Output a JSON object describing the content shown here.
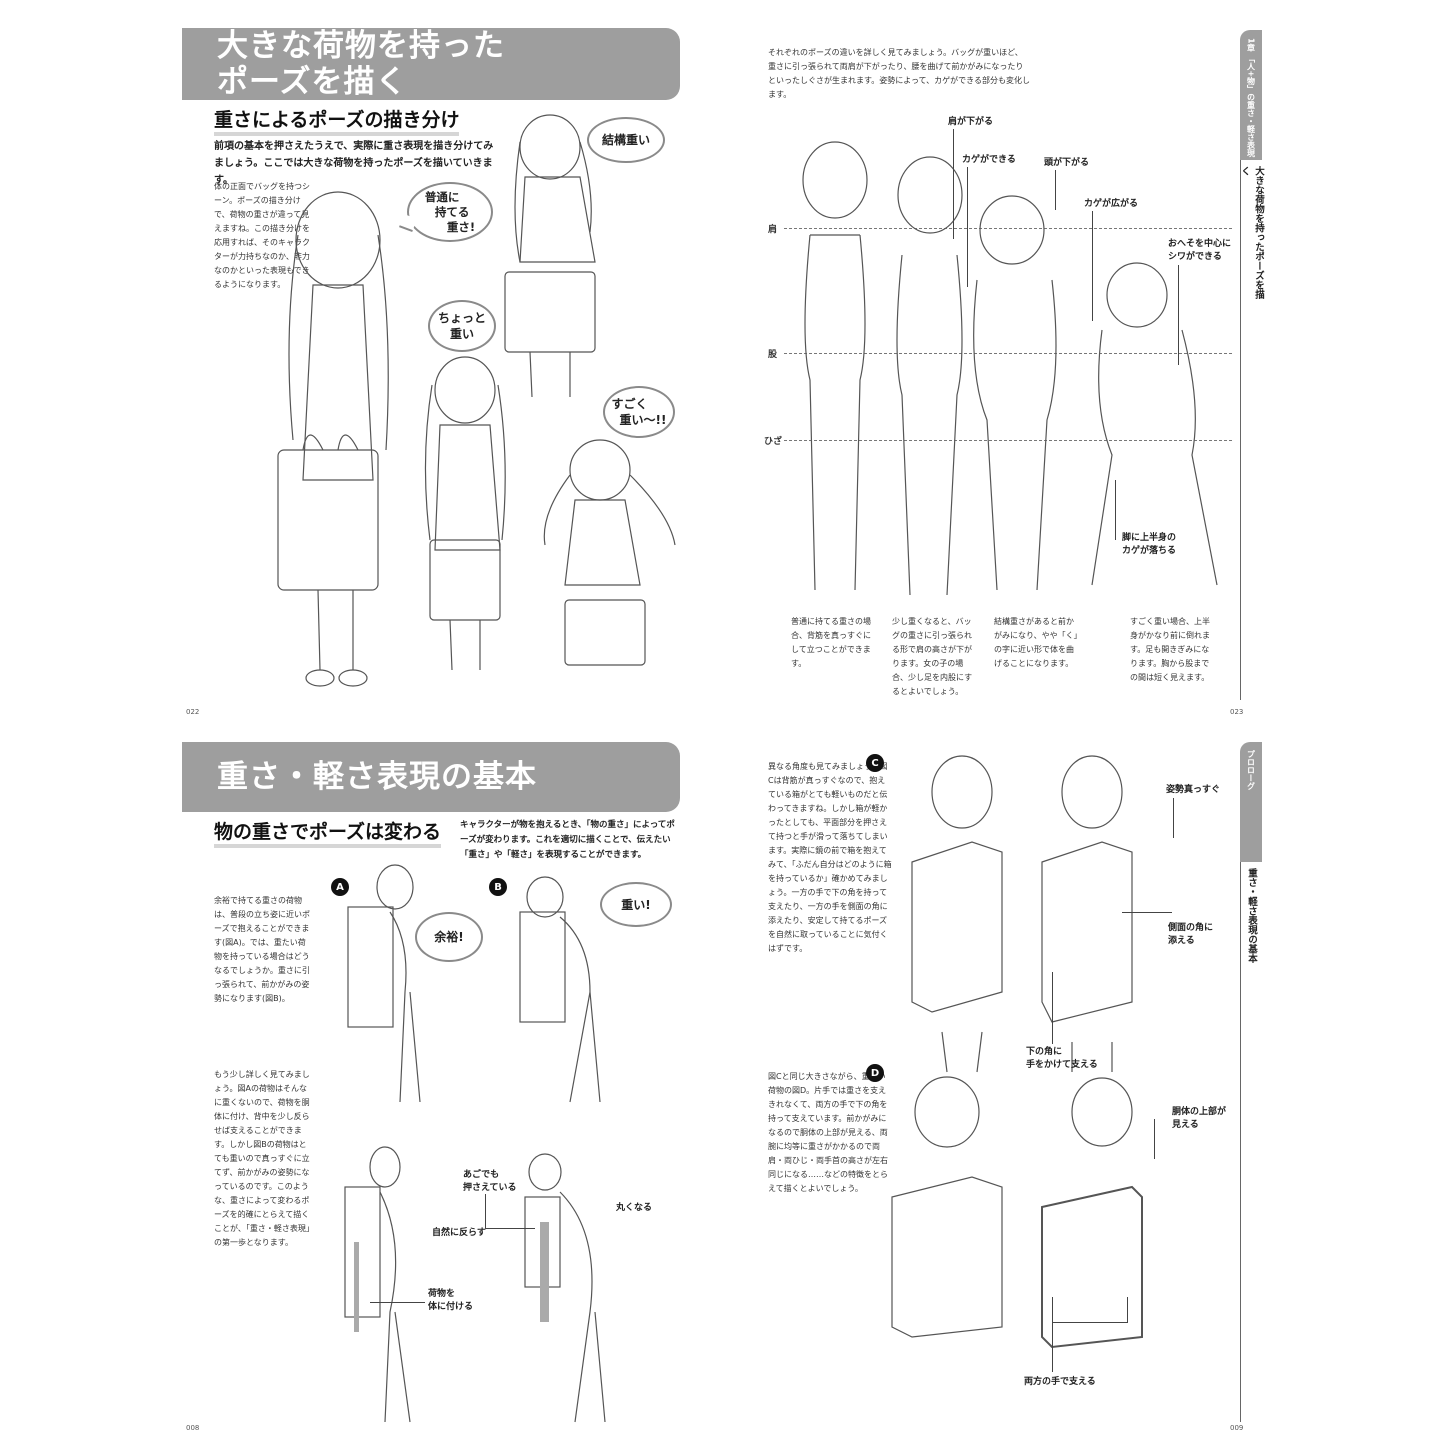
{
  "spread_top": {
    "left_page": {
      "title_lines": [
        "大きな荷物を持った",
        "ポーズを描く"
      ],
      "subhead": "重さによるポーズの描き分け",
      "lead": "前項の基本を押さえたうえで、実際に重さ表現を描き分けてみましょう。ここでは大きな荷物を持ったポーズを描いていきます。",
      "body": "体の正面でバッグを持つシーン。ポーズの描き分けで、荷物の重さが違って見えますね。この描き分けを応用すれば、そのキャラクターが力持ちなのか、非力なのかといった表現もできるようになります。",
      "bubbles": [
        {
          "id": "normal",
          "lines": [
            "普通に",
            "持てる",
            "重さ!"
          ]
        },
        {
          "id": "quite-heavy",
          "lines": [
            "結構重い"
          ]
        },
        {
          "id": "a-bit-heavy",
          "lines": [
            "ちょっと",
            "重い"
          ]
        },
        {
          "id": "very-heavy",
          "lines": [
            "すごく",
            "重い〜!!"
          ]
        }
      ],
      "folio": "022"
    },
    "right_page": {
      "intro": "それぞれのポーズの違いを詳しく見てみましょう。バッグが重いほど、重さに引っ張られて両肩が下がったり、腰を曲げて前かがみになったりといったしぐさが生まれます。姿勢によって、カゲができる部分も変化します。",
      "guides": [
        "肩",
        "股",
        "ひざ"
      ],
      "callouts": [
        "肩が下がる",
        "カゲができる",
        "頭が下がる",
        "カゲが広がる",
        "おへそを中心に\nシワができる",
        "脚に上半身の\nカゲが落ちる"
      ],
      "captions": [
        "普通に持てる重さの場合、背筋を真っすぐにして立つことができます。",
        "少し重くなると、バッグの重さに引っ張られる形で肩の高さが下がります。女の子の場合、少し足を内股にするとよいでしょう。",
        "結構重さがあると前かがみになり、やや「く」の字に近い形で体を曲げることになります。",
        "すごく重い場合、上半身がかなり前に倒れます。足も開きぎみになります。胸から股までの間は短く見えます。"
      ],
      "side_tab": "1章 「人+物」の重さ・軽さ表現",
      "side_title": "大きな荷物を持ったポーズを描く",
      "folio": "023"
    }
  },
  "spread_bottom": {
    "left_page": {
      "title": "重さ・軽さ表現の基本",
      "subhead": "物の重さでポーズは変わる",
      "lead": "キャラクターが物を抱えるとき、「物の重さ」によってポーズが変わります。これを適切に描くことで、伝えたい「重さ」や「軽さ」を表現することができます。",
      "body1": "余裕で持てる重さの荷物は、普段の立ち姿に近いポーズで抱えることができます(図A)。では、重たい荷物を持っている場合はどうなるでしょうか。重さに引っ張られて、前かがみの姿勢になります(図B)。",
      "body2": "もう少し詳しく見てみましょう。図Aの荷物はそんなに重くないので、荷物を胴体に付け、背中を少し反らせば支えることができます。しかし図Bの荷物はとても重いので真っすぐに立てず、前かがみの姿勢になっているのです。このような、重さによって変わるポーズを的確にとらえて描くことが、「重さ・軽さ表現」の第一歩となります。",
      "markers": [
        "A",
        "B"
      ],
      "bubbles": [
        {
          "id": "relaxed",
          "lines": [
            "余裕!"
          ]
        },
        {
          "id": "heavy",
          "lines": [
            "重い!"
          ]
        }
      ],
      "callouts": [
        "自然に反らす",
        "荷物を\n体に付ける",
        "あごでも\n押さえている",
        "丸くなる"
      ],
      "folio": "008"
    },
    "right_page": {
      "body1": "異なる角度も見てみましょう。図Cは背筋が真っすぐなので、抱えている箱がとても軽いものだと伝わってきますね。しかし箱が軽かったとしても、平面部分を押さえて持つと手が滑って落ちてしまいます。実際に鏡の前で箱を抱えてみて、「ふだん自分はどのように箱を持っているか」確かめてみましょう。一方の手で下の角を持って支えたり、一方の手を側面の角に添えたり、安定して持てるポーズを自然に取っていることに気付くはずです。",
      "body2": "図Cと同じ大きさながら、重たい荷物の図D。片手では重さを支えきれなくて、両方の手で下の角を持って支えています。前かがみになるので胴体の上部が見える、両腕に均等に重さがかかるので両肩・両ひじ・両手首の高さが左右同じになる……などの特徴をとらえて描くとよいでしょう。",
      "markers": [
        "C",
        "D"
      ],
      "callouts": [
        "姿勢真っすぐ",
        "側面の角に\n添える",
        "下の角に\n手をかけて支える",
        "胴体の上部が\n見える",
        "両方の手で支える"
      ],
      "side_tab": "プロローグ",
      "side_title": "重さ・軽さ表現の基本",
      "folio": "009"
    }
  },
  "colors": {
    "title_band": "#9e9e9e",
    "subhead_underline": "#d6d6d6",
    "arrow_gray": "#aaaaaa",
    "marker_black": "#111111"
  }
}
